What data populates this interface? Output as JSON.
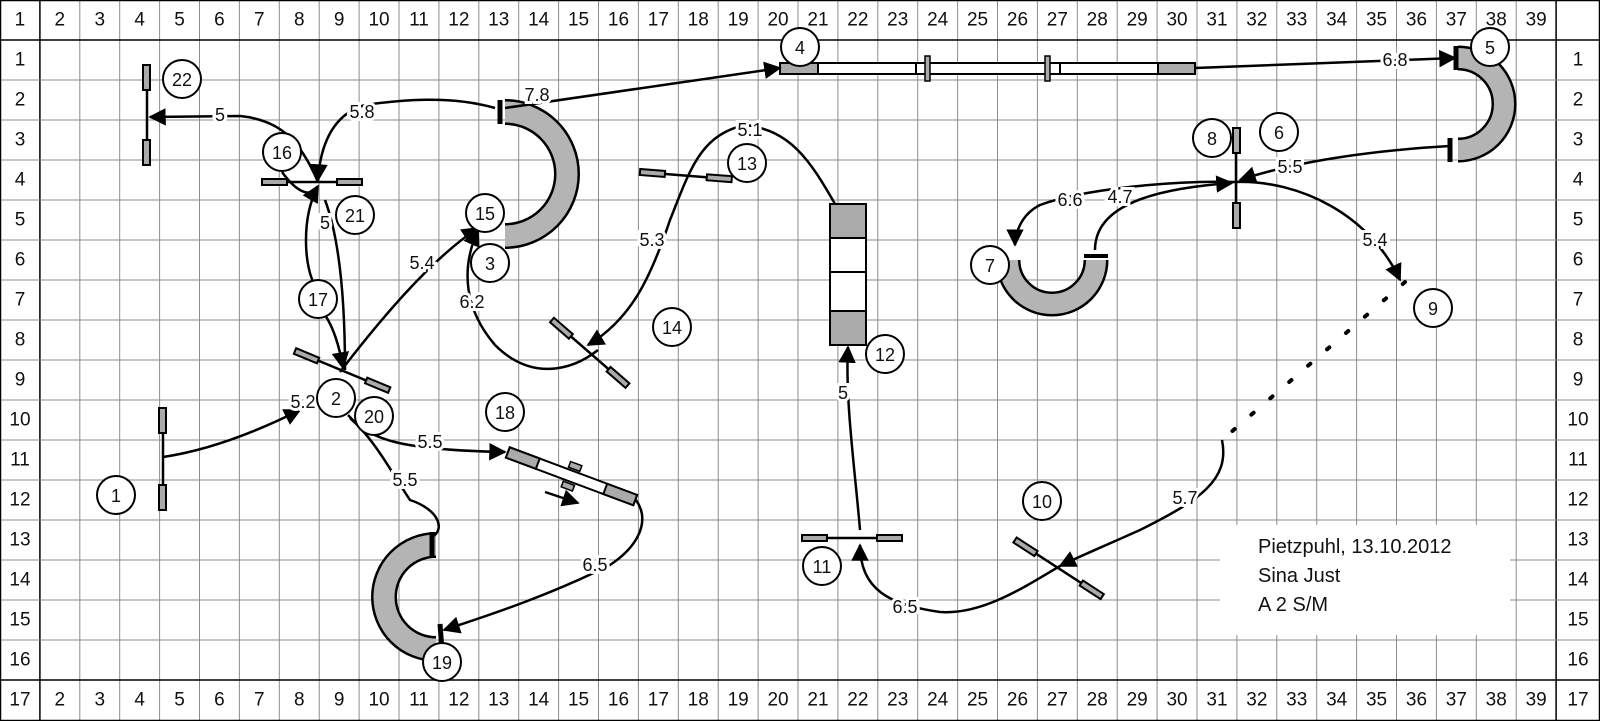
{
  "column_labels_top": [
    "1",
    "2",
    "3",
    "4",
    "5",
    "6",
    "7",
    "8",
    "9",
    "10",
    "11",
    "12",
    "13",
    "14",
    "15",
    "16",
    "17",
    "18",
    "19",
    "20",
    "21",
    "22",
    "23",
    "24",
    "25",
    "26",
    "27",
    "28",
    "29",
    "30",
    "31",
    "32",
    "33",
    "34",
    "35",
    "36",
    "37",
    "38",
    "39"
  ],
  "column_labels_bottom": [
    "17",
    "2",
    "3",
    "4",
    "5",
    "6",
    "7",
    "8",
    "9",
    "10",
    "11",
    "12",
    "13",
    "14",
    "15",
    "16",
    "17",
    "18",
    "19",
    "20",
    "21",
    "22",
    "23",
    "24",
    "25",
    "26",
    "27",
    "28",
    "29",
    "30",
    "31",
    "32",
    "33",
    "34",
    "35",
    "36",
    "37",
    "38",
    "39"
  ],
  "row_labels": [
    "1",
    "2",
    "3",
    "4",
    "5",
    "6",
    "7",
    "8",
    "9",
    "10",
    "11",
    "12",
    "13",
    "14",
    "15",
    "16"
  ],
  "row_labels_right": [
    "1",
    "2",
    "3",
    "4",
    "5",
    "6",
    "7",
    "8",
    "9",
    "10",
    "11",
    "12",
    "13",
    "14",
    "15",
    "16",
    "17"
  ],
  "obstacle_numbers": [
    "1",
    "2",
    "3",
    "4",
    "5",
    "6",
    "7",
    "8",
    "9",
    "10",
    "11",
    "12",
    "13",
    "14",
    "15",
    "16",
    "17",
    "18",
    "19",
    "20",
    "21",
    "22"
  ],
  "distances": [
    "5.2",
    "5.4",
    "6.2",
    "7.8",
    "6.8",
    "5.5",
    "4.7",
    "6.6",
    "5.4",
    "5.7",
    "6.5",
    "5",
    "5.1",
    "5.3",
    "5.8",
    "5",
    "5",
    "5.5",
    "5.5",
    "6.5"
  ],
  "info": {
    "line1": "Pietzpuhl, 13.10.2012",
    "line2": "Sina Just",
    "line3": "A 2 S/M"
  },
  "colors": {
    "grid": "#8c8c8c",
    "obstacle_fill": "#b4b4b4",
    "ink": "#000000"
  }
}
